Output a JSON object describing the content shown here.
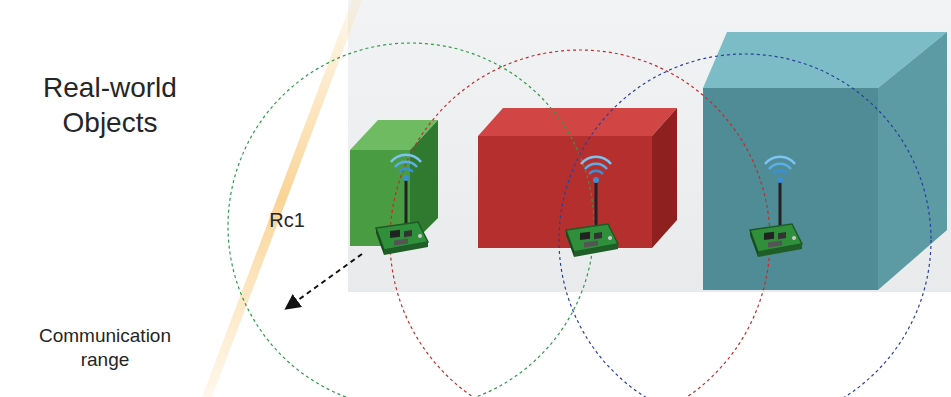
{
  "diagram": {
    "labels": [
      "Real-world Objects",
      "Rc1",
      "Communication range"
    ]
  }
}
